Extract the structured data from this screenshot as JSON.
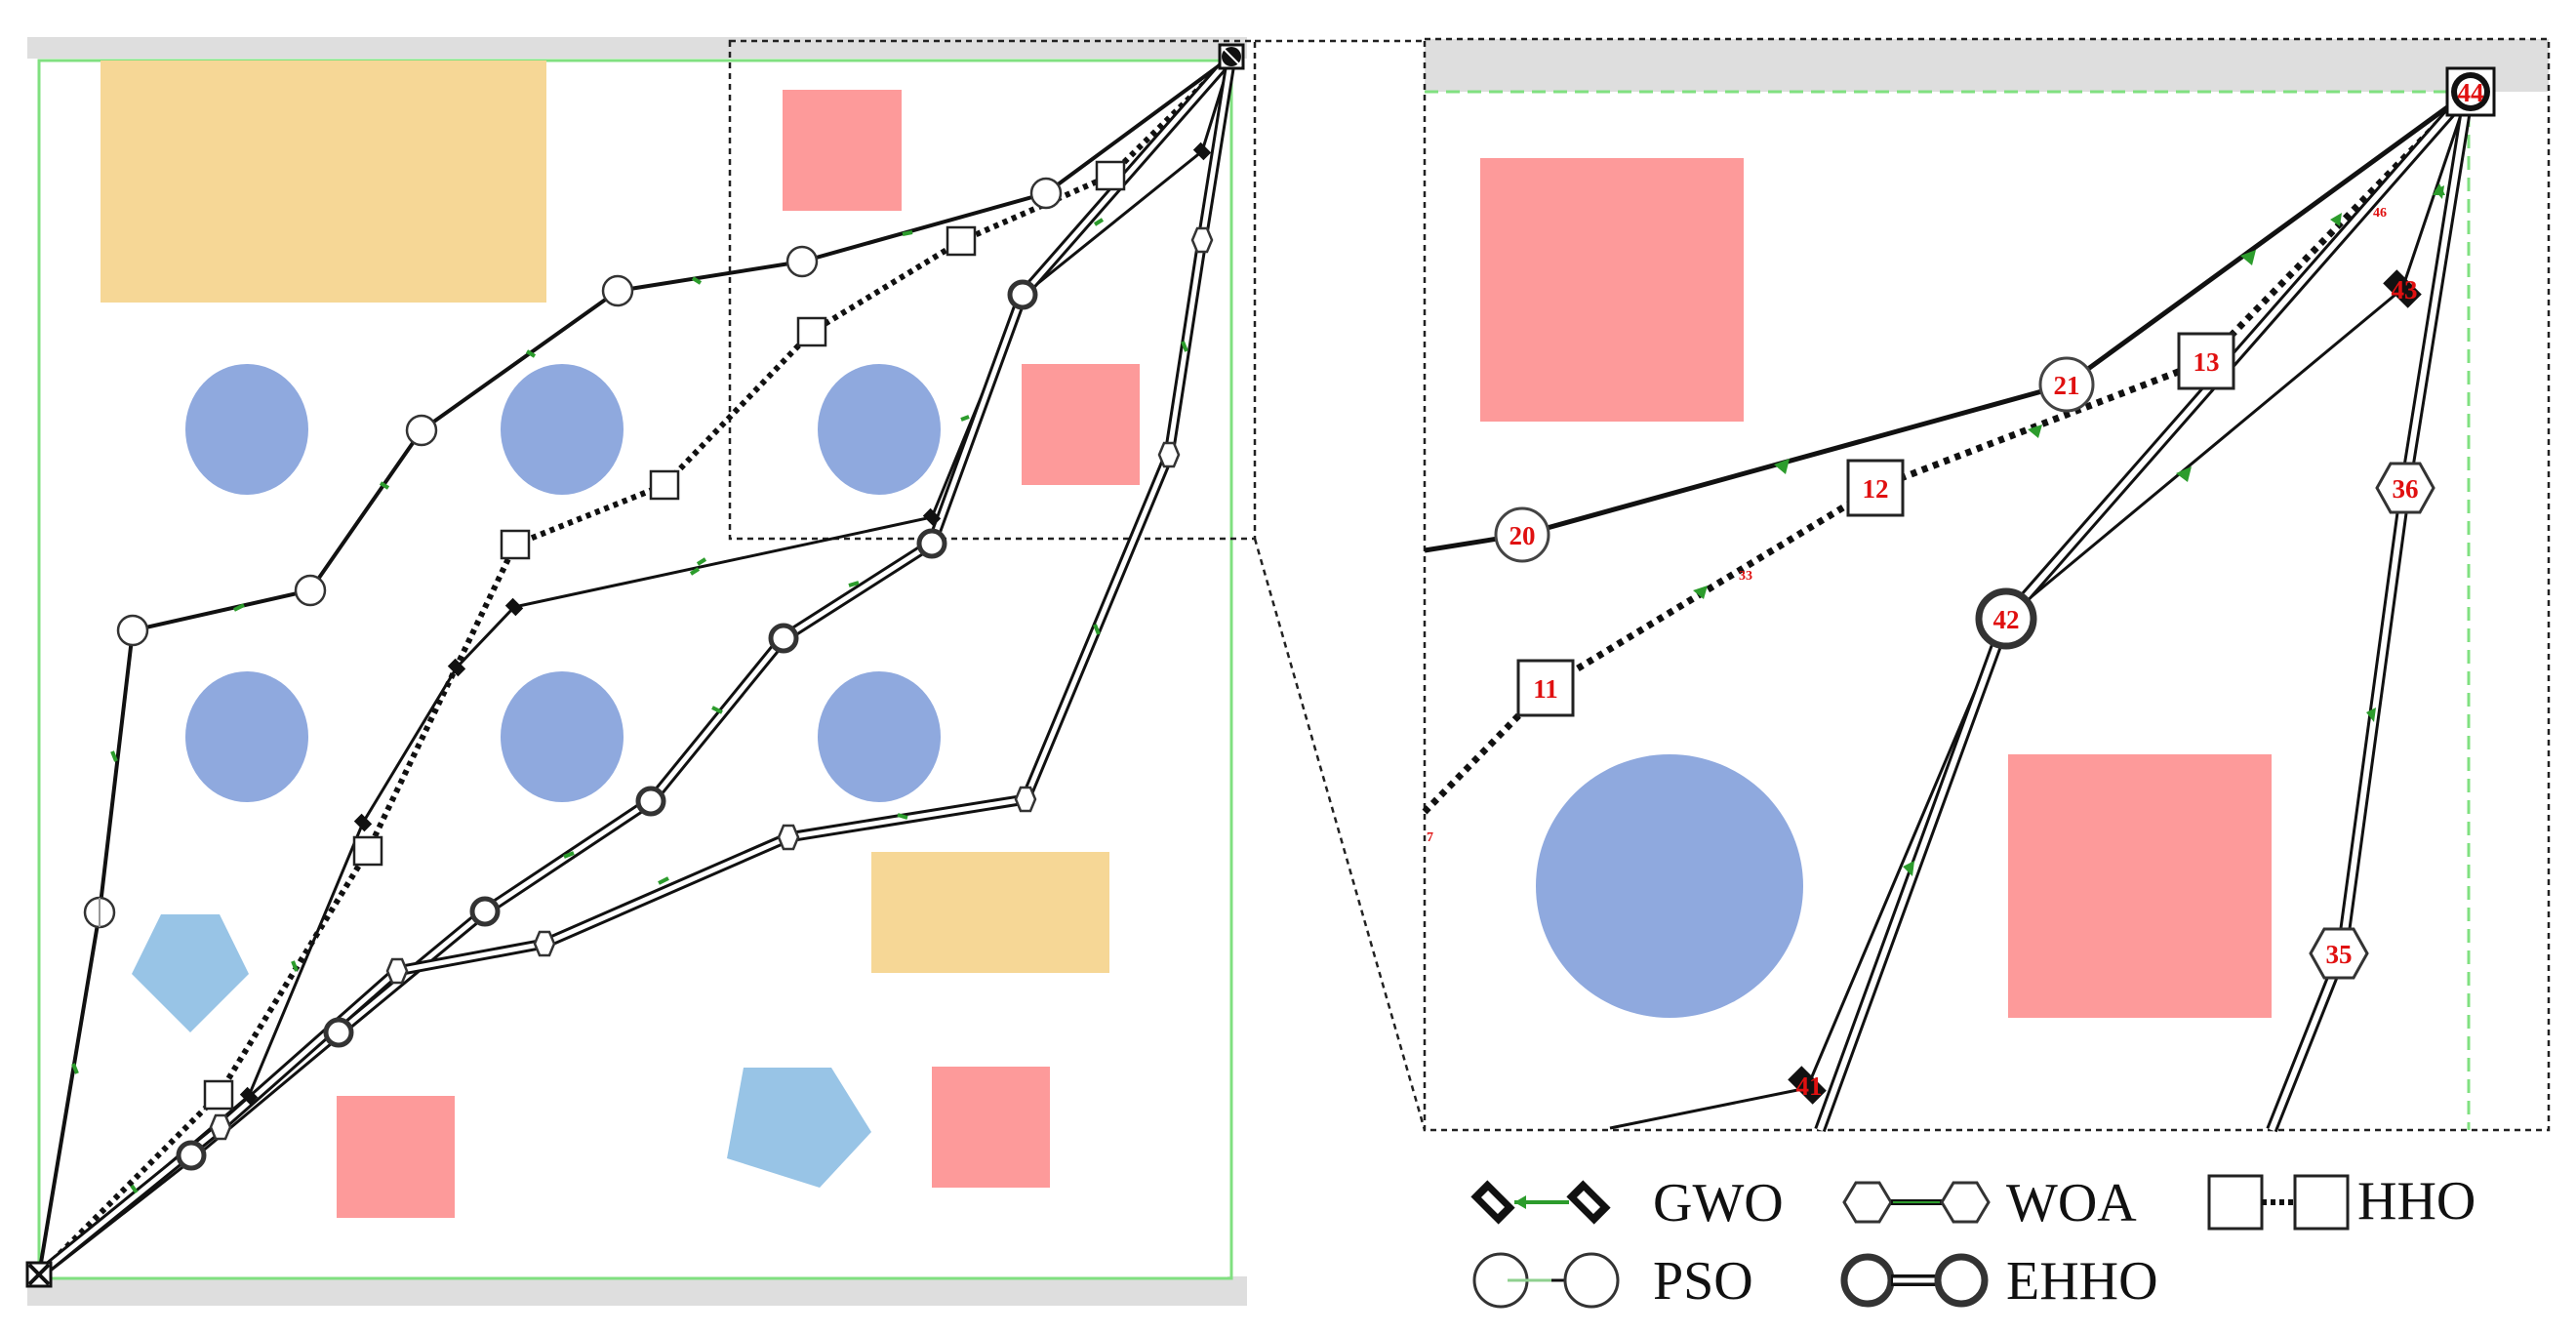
{
  "legend": [
    {
      "key": "gwo",
      "label": "GWO"
    },
    {
      "key": "woa",
      "label": "WOA"
    },
    {
      "key": "hho",
      "label": "HHO"
    },
    {
      "key": "pso",
      "label": "PSO"
    },
    {
      "key": "ehho",
      "label": "EHHO"
    }
  ],
  "zoom_labels": {
    "pso_20": "20",
    "pso_21": "21",
    "hho_11": "11",
    "hho_12": "12",
    "hho_13": "13",
    "ehho_42": "42",
    "gwo_43": "43",
    "gwo_41": "41",
    "woa_35": "35",
    "woa_36": "36",
    "end_44": "44",
    "tiny_33": "33",
    "tiny_46": "46",
    "tiny_7": "7"
  },
  "colors": {
    "obstacle_red": "#fd9a9a",
    "obstacle_orange": "#f6d796",
    "obstacle_circle": "#8fa9de",
    "obstacle_pentagon": "#98c4e6",
    "map_border": "#80e080",
    "marker_green": "#2c9c2c"
  }
}
